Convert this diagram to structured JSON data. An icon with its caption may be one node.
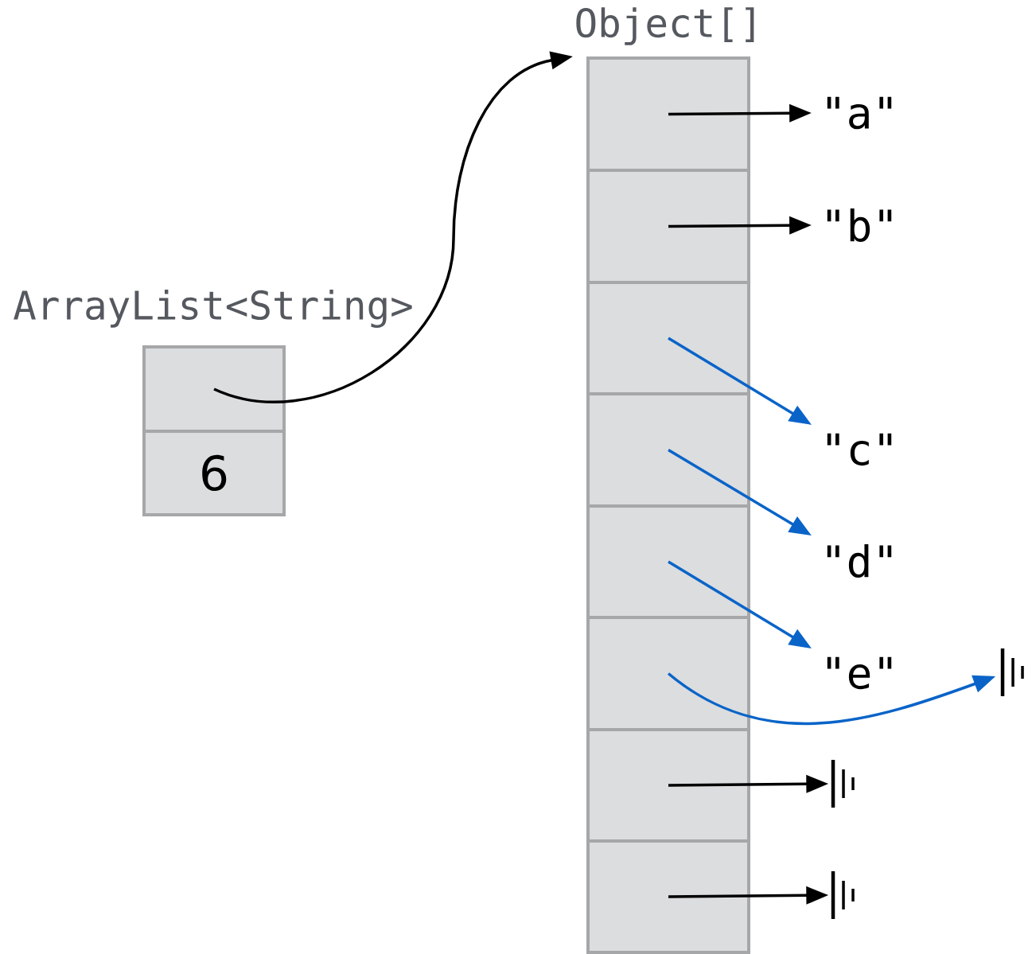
{
  "diagram": {
    "nodes": [
      {
        "text": [
          "ArrayList<String>"
        ]
      },
      {
        "text": [],
        "shape": "box",
        "in": 0
      },
      {
        "text": [
          "6"
        ],
        "in": 0
      },
      {
        "text": [
          "Object[]"
        ]
      },
      {
        "text": [],
        "shape": "box",
        "in": 3
      },
      {
        "text": [],
        "shape": "box",
        "in": 3
      },
      {
        "text": [],
        "shape": "box",
        "in": 3
      },
      {
        "text": [],
        "shape": "box",
        "in": 3
      },
      {
        "text": [],
        "shape": "box",
        "in": 3
      },
      {
        "text": [],
        "shape": "box",
        "in": 3
      },
      {
        "text": [],
        "shape": "box",
        "in": 3
      },
      {
        "text": [],
        "shape": "box",
        "in": 3
      },
      {
        "text": [
          "\"a\""
        ]
      },
      {
        "text": [
          "\"b\""
        ]
      },
      {
        "text": [
          "\"c\""
        ]
      },
      {
        "text": [
          "\"d\""
        ]
      },
      {
        "text": [
          "\"e\""
        ]
      },
      {
        "text": [],
        "shape": "ground"
      },
      {
        "text": [],
        "shape": "ground"
      },
      {
        "text": [],
        "shape": "ground"
      }
    ],
    "edges": [
      {
        "from": 1,
        "to": 3,
        "arrow": "to"
      },
      {
        "from": 4,
        "to": 12,
        "arrow": "to"
      },
      {
        "from": 5,
        "to": 13,
        "arrow": "to"
      },
      {
        "from": 6,
        "to": 14,
        "arrow": "to",
        "color": "#0a64c8"
      },
      {
        "from": 7,
        "to": 15,
        "arrow": "to",
        "color": "#0a64c8"
      },
      {
        "from": 8,
        "to": 16,
        "arrow": "to",
        "color": "#0a64c8"
      },
      {
        "from": 9,
        "to": 19,
        "arrow": "to",
        "color": "#0a64c8"
      },
      {
        "from": 10,
        "to": 17,
        "arrow": "to"
      },
      {
        "from": 11,
        "to": 18,
        "arrow": "to"
      }
    ]
  }
}
